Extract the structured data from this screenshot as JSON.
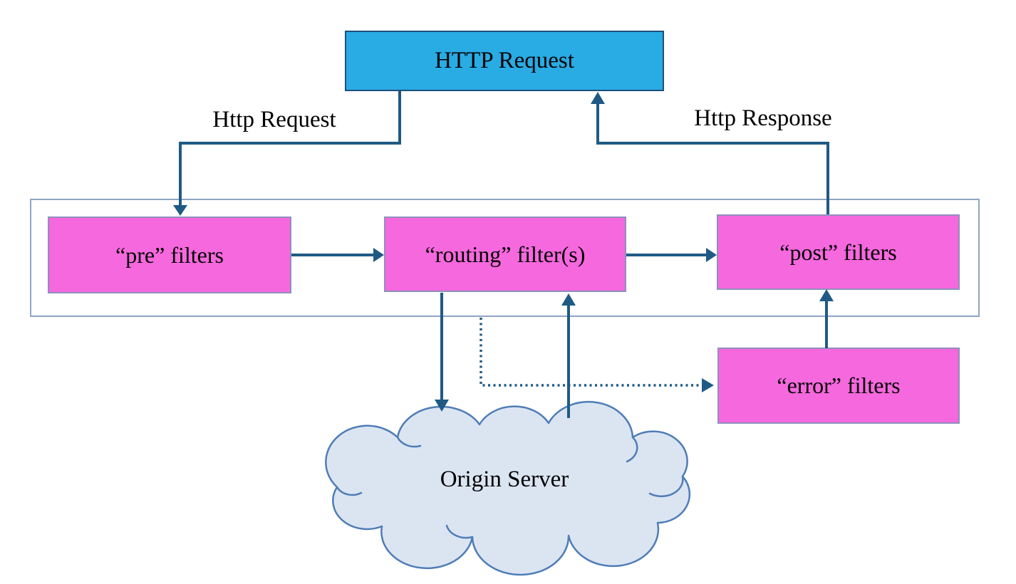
{
  "colors": {
    "line": "#1F5A85",
    "box-blue": "#29ABE4",
    "box-blue-border": "#1F4E7C",
    "box-pink": "#F668DE",
    "box-pink-border": "#8F8FBE",
    "boundary-border": "#8FA5C2",
    "cloud-fill": "#DBE5F2",
    "cloud-stroke": "#4F7DB6",
    "text": "#000000"
  },
  "nodes": {
    "http_request": "HTTP Request",
    "pre": "“pre” filters",
    "routing": "“routing” filter(s)",
    "post": "“post” filters",
    "error": "“error” filters",
    "origin": "Origin Server"
  },
  "edge_labels": {
    "request": "Http Request",
    "response": "Http Response"
  }
}
